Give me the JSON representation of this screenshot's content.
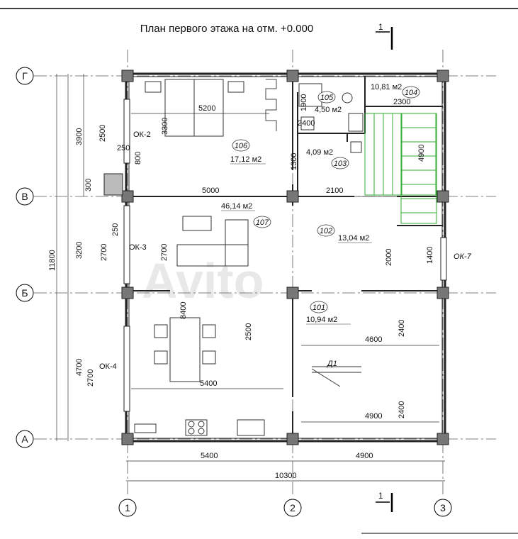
{
  "title": "План первого этажа на отм. +0.000",
  "watermark": "Avito",
  "section_mark": "1",
  "axes": {
    "rows": [
      "Г",
      "В",
      "Б",
      "А"
    ],
    "cols": [
      "1",
      "2",
      "3"
    ]
  },
  "rooms": [
    {
      "num": "101",
      "area": "10,94 м2"
    },
    {
      "num": "102",
      "area": "13,04 м2"
    },
    {
      "num": "103",
      "area": "4,09 м2"
    },
    {
      "num": "104",
      "area": "10,81 м2"
    },
    {
      "num": "105",
      "area": "4,50 м2"
    },
    {
      "num": "106",
      "area": "17,12 м2"
    },
    {
      "num": "107",
      "area": "46,14 м2"
    }
  ],
  "windows": [
    "ОК-2",
    "ОК-3",
    "ОК-4",
    "ОК-7"
  ],
  "door": "Д1",
  "dims": {
    "bed_w": "5200",
    "bed_h": "3300",
    "d2500a": "2500",
    "d250a": "250",
    "d800": "800",
    "d300": "300",
    "d250b": "250",
    "d2700a": "2700",
    "d2700b": "2700",
    "d2700c": "2700",
    "d3900": "3900",
    "d3200": "3200",
    "d4700": "4700",
    "d11800": "11800",
    "d1900": "1900",
    "d2400a": "2400",
    "d2300": "2300",
    "d4900v": "4900",
    "d1300": "1300",
    "d5000": "5000",
    "d2100": "2100",
    "d2000": "2000",
    "d1400": "1400",
    "d8400": "8400",
    "d2500b": "2500",
    "d4600": "4600",
    "d2400b": "2400",
    "d5400a": "5400",
    "d4900a": "4900",
    "d2400c": "2400",
    "d5400b": "5400",
    "d4900b": "4900",
    "d10300": "10300"
  }
}
